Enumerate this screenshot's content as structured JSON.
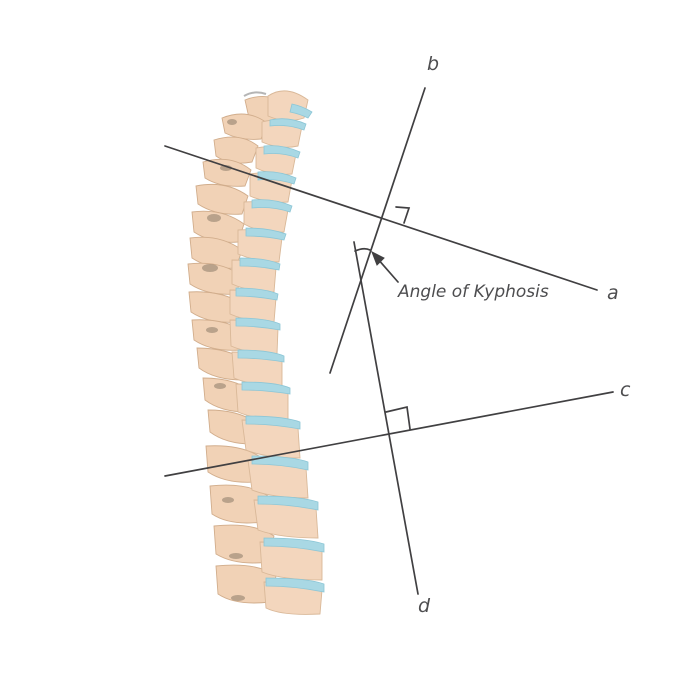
{
  "labels": {
    "line_a": "a",
    "line_b": "b",
    "line_c": "c",
    "line_d": "d",
    "angle": "Angle of Kyphosis"
  },
  "colors": {
    "bone": "#f3d6bd",
    "disc": "#a9d8e4",
    "line": "#414042",
    "text": "#4d4d4f"
  },
  "icons": {
    "arrow": "arrow-icon"
  }
}
